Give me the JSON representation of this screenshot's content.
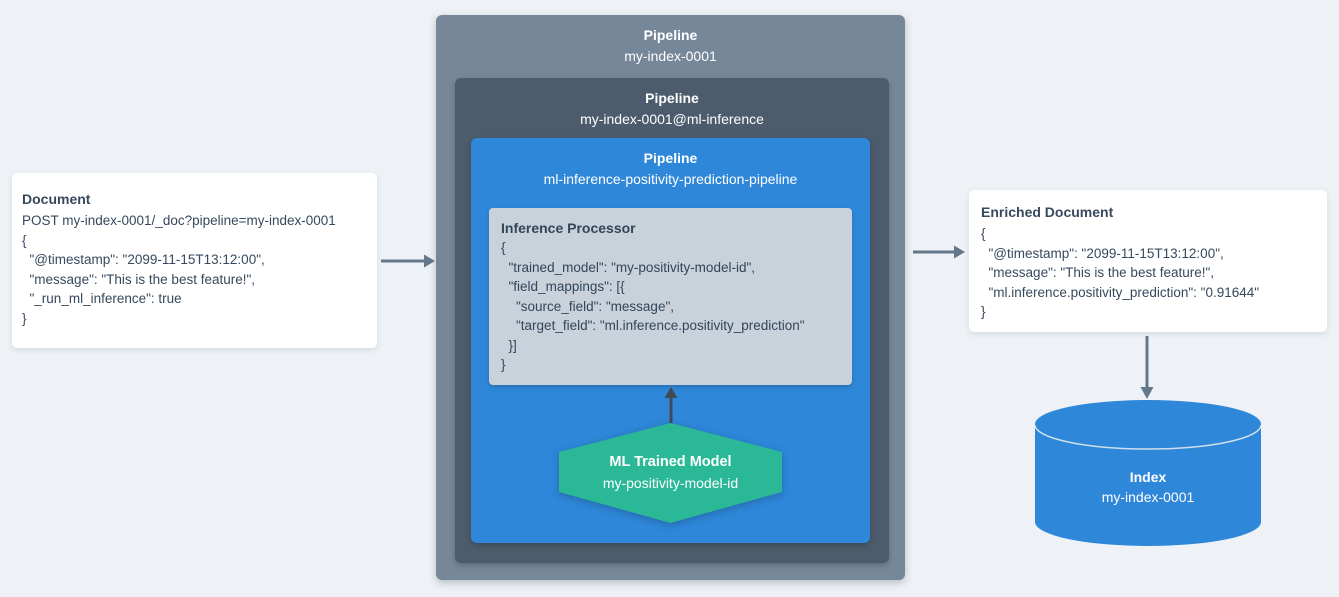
{
  "colors": {
    "background": "#eef2f6",
    "outer_pipeline_box": "#76879a",
    "ml_inference_pipeline_box": "#4c5c6c",
    "inference_pipeline_box": "#2e87d9",
    "processor_box": "#c9d1da",
    "model_hexagon": "#2bb897",
    "index_cylinder": "#2e87d9",
    "card_background": "#ffffff",
    "card_text": "#37495c",
    "arrow": "#64788c",
    "arrow_dark": "#404b55"
  },
  "document_card": {
    "title": "Document",
    "lines": [
      "POST my-index-0001/_doc?pipeline=my-index-0001",
      "{",
      "  \"@timestamp\": \"2099-11-15T13:12:00\",",
      "  \"message\": \"This is the best feature!\",",
      "  \"_run_ml_inference\": true",
      "}"
    ]
  },
  "outer_pipeline": {
    "title": "Pipeline",
    "name": "my-index-0001"
  },
  "ml_inference_pipeline": {
    "title": "Pipeline",
    "name": "my-index-0001@ml-inference"
  },
  "inference_pipeline": {
    "title": "Pipeline",
    "name": "ml-inference-positivity-prediction-pipeline"
  },
  "inference_processor": {
    "title": "Inference Processor",
    "lines": [
      "{",
      "  \"trained_model\": \"my-positivity-model-id\",",
      "  \"field_mappings\": [{",
      "    \"source_field\": \"message\",",
      "    \"target_field\": \"ml.inference.positivity_prediction\"",
      "  }]",
      "}"
    ]
  },
  "ml_trained_model": {
    "title": "ML Trained Model",
    "name": "my-positivity-model-id"
  },
  "enriched_card": {
    "title": "Enriched Document",
    "lines": [
      "{",
      "  \"@timestamp\": \"2099-11-15T13:12:00\",",
      "  \"message\": \"This is the best feature!\",",
      "  \"ml.inference.positivity_prediction\": \"0.91644\"",
      "}"
    ]
  },
  "index": {
    "title": "Index",
    "name": "my-index-0001"
  }
}
